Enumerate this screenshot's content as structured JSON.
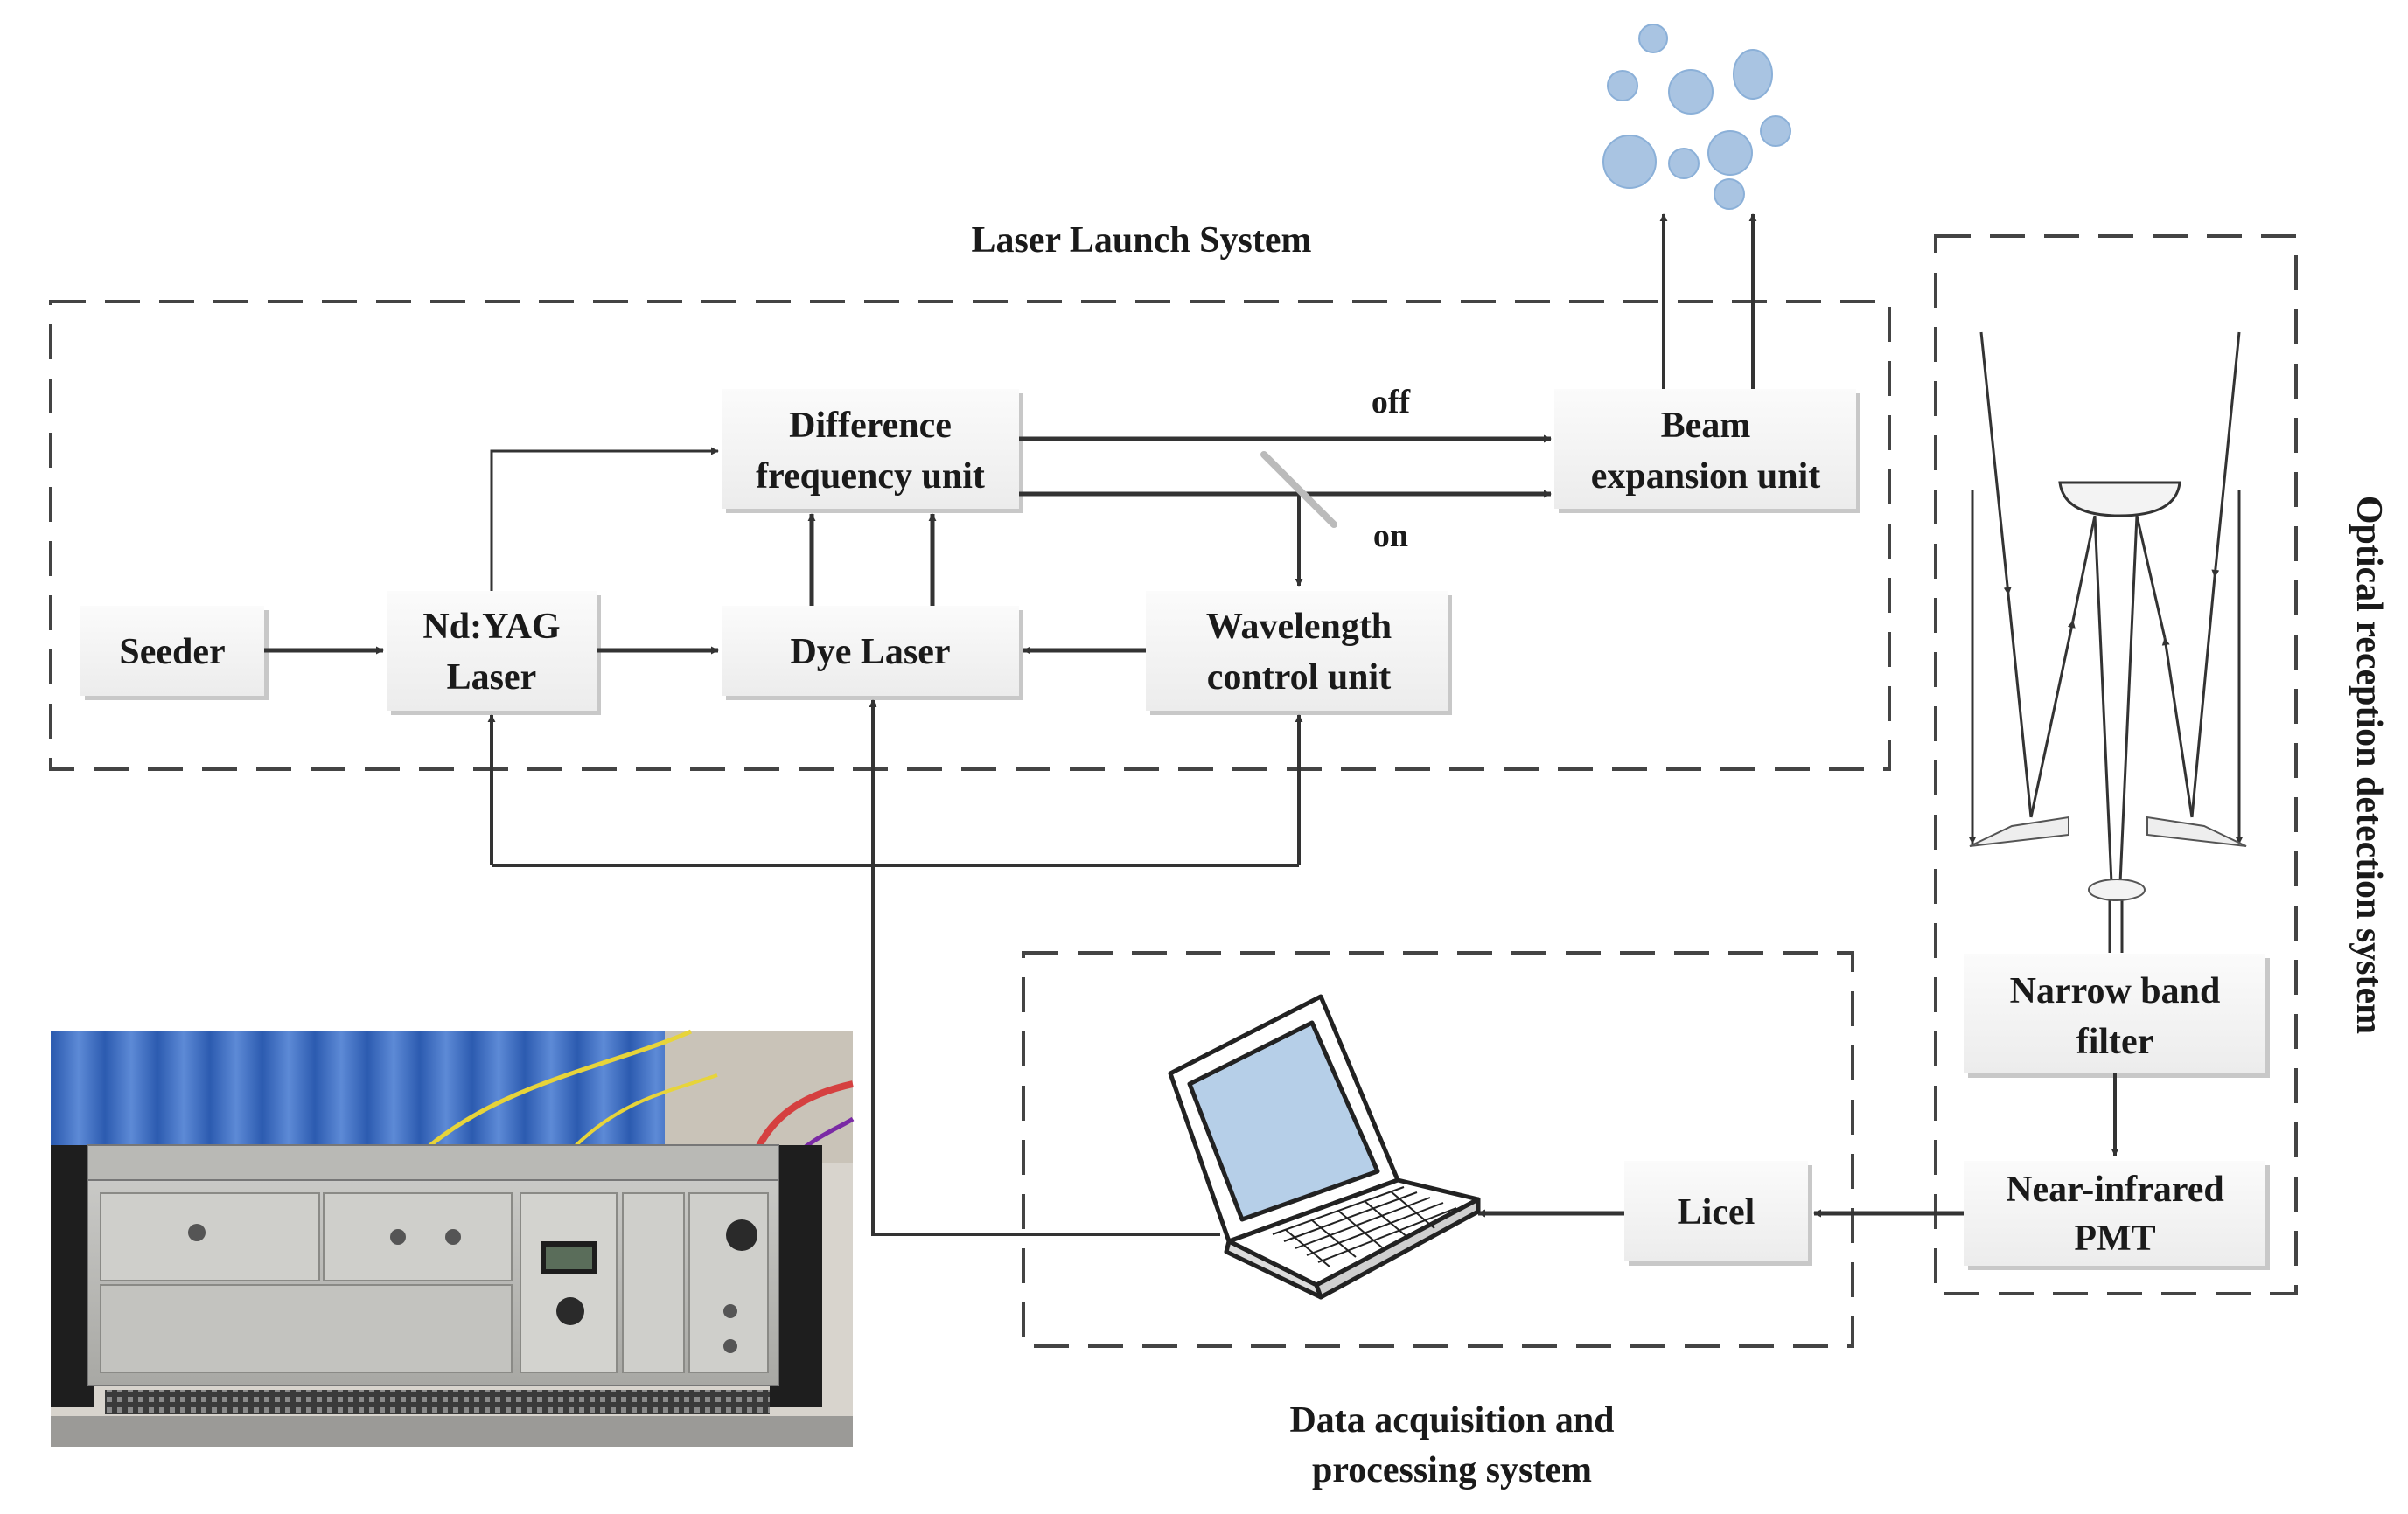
{
  "groups": {
    "laser_launch": "Laser Launch System",
    "optical_reception": "Optical reception detection system",
    "data_acquisition": [
      "Data acquisition and",
      "processing system"
    ]
  },
  "blocks": {
    "seeder": [
      "Seeder"
    ],
    "ndyag": [
      "Nd:YAG",
      "Laser"
    ],
    "dye": [
      "Dye Laser"
    ],
    "wavelength": [
      "Wavelength",
      "control unit"
    ],
    "difference": [
      "Difference",
      "frequency unit"
    ],
    "beam": [
      "Beam",
      "expansion unit"
    ],
    "narrow": [
      "Narrow band",
      "filter"
    ],
    "pmt": [
      "Near-infrared",
      "PMT"
    ],
    "licel": [
      "Licel"
    ]
  },
  "labels": {
    "off": "off",
    "on": "on"
  },
  "colors": {
    "line": "#333333",
    "box_fill": "#f1f1f1",
    "box_shadow": "#c8c8c8",
    "particle": "#a9c4e2",
    "particle_edge": "#7fa3cc",
    "dash": "#444444"
  }
}
